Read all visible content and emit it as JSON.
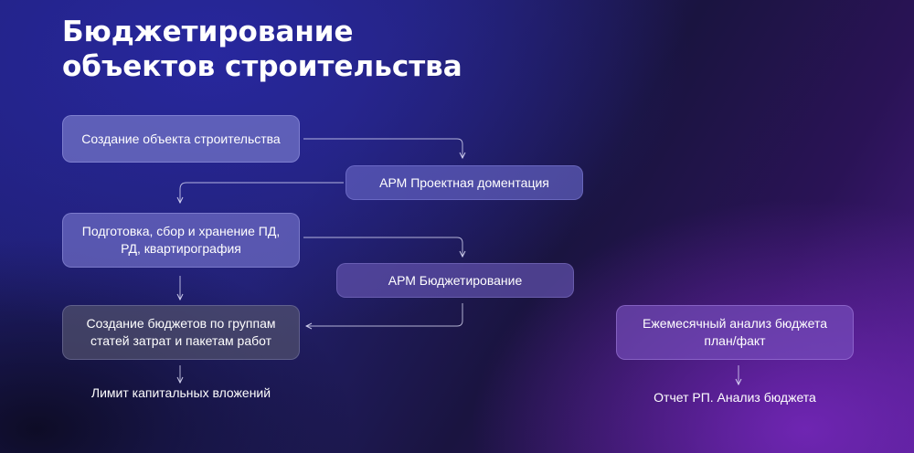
{
  "title": {
    "line1": "Бюджетирование",
    "line2": "объектов строительства"
  },
  "nodes": {
    "object_creation": "Создание объекта строительства",
    "apm_project_docs": "АРМ Проектная доментация",
    "preparation": "Подготовка, сбор и хранение ПД, РД, квартирография",
    "apm_budgeting": "АРМ Бюджетирование",
    "budget_creation": "Создание бюджетов по группам статей затрат и пакетам работ",
    "capital_limit": "Лимит капитальных вложений",
    "monthly_analysis": "Ежемесячный анализ бюджета план/факт",
    "report": "Отчет РП. Анализ бюджета"
  }
}
